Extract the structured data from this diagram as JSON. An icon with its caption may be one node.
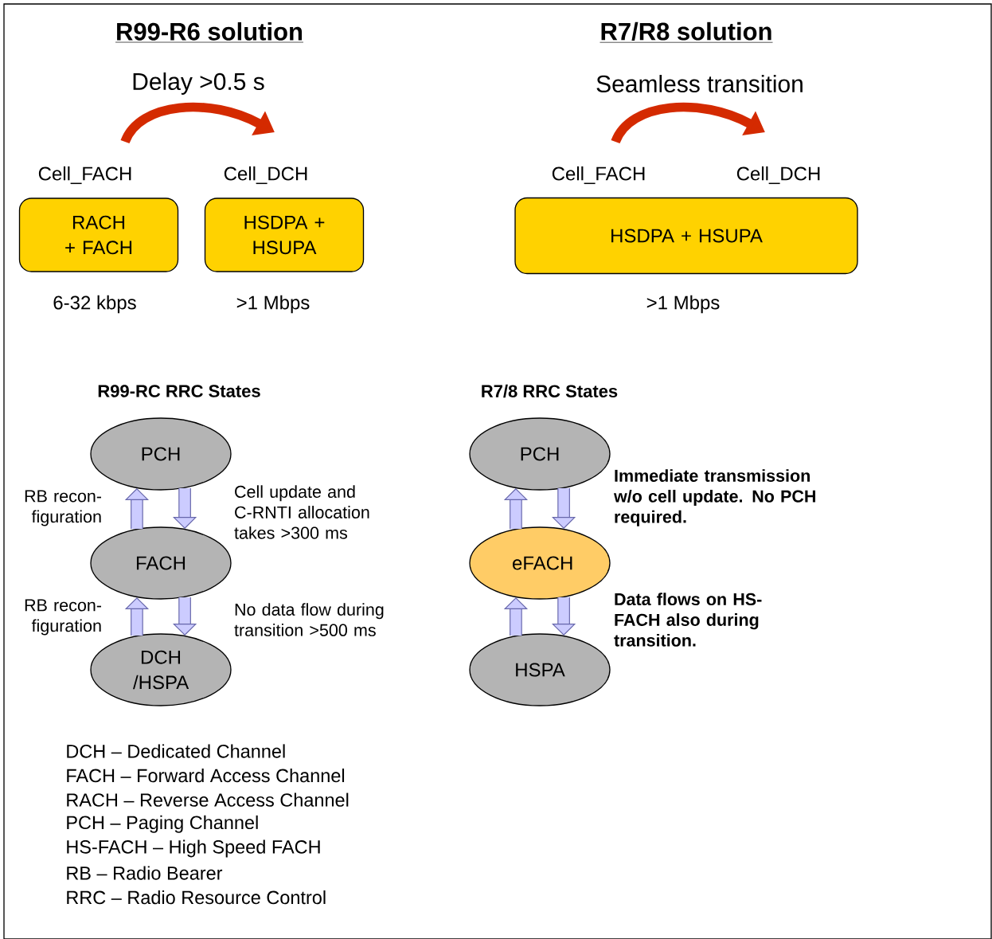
{
  "diagram": {
    "nodes": [
      {
        "text": [
          "RACH + FACH"
        ],
        "beside": [
          "Cell_FACH",
          "6-32 kbps"
        ]
      },
      {
        "text": [
          "HSDPA + HSUPA"
        ],
        "beside": [
          "Cell_DCH",
          ">1 Mbps"
        ]
      },
      {
        "text": [
          "HSDPA + HSUPA"
        ],
        "beside": [
          "Cell_FACH",
          "Cell_DCH",
          ">1 Mbps"
        ]
      },
      {
        "text": [
          "PCH"
        ]
      },
      {
        "text": [
          "FACH"
        ]
      },
      {
        "text": [
          "DCH /HSPA"
        ]
      },
      {
        "text": [
          "PCH"
        ]
      },
      {
        "text": [
          "eFACH"
        ]
      },
      {
        "text": [
          "HSPA"
        ]
      }
    ],
    "edges": [
      {
        "from": 4,
        "to": 3,
        "arrow": "to",
        "label": "RB recon-figuration"
      },
      {
        "from": 3,
        "to": 4,
        "arrow": "to",
        "label": "Cell update and C-RNTI allocation takes >300 ms"
      },
      {
        "from": 5,
        "to": 4,
        "arrow": "to",
        "label": "RB recon-figuration"
      },
      {
        "from": 4,
        "to": 5,
        "arrow": "to",
        "label": "No data flow during transition >500 ms"
      },
      {
        "from": 7,
        "to": 6,
        "arrow": "to"
      },
      {
        "from": 6,
        "to": 7,
        "arrow": "to",
        "label": "Immediate transmission w/o cell update. No PCH required."
      },
      {
        "from": 8,
        "to": 7,
        "arrow": "to"
      },
      {
        "from": 7,
        "to": 8,
        "arrow": "to",
        "label": "Data flows on HS-FACH also during transition."
      }
    ],
    "labels": [
      "R99-R6 solution",
      "R7/R8 solution",
      "Delay >0.5 s",
      "Seamless transition",
      "R99-RC RRC States",
      "R7/8 RRC States",
      "DCH – Dedicated Channel",
      "FACH – Forward Access Channel",
      "RACH – Reverse Access Channel",
      "PCH – Paging Channel",
      "HS-FACH – High Speed FACH",
      "RB – Radio Bearer",
      "RRC – Radio Resource Control"
    ]
  }
}
